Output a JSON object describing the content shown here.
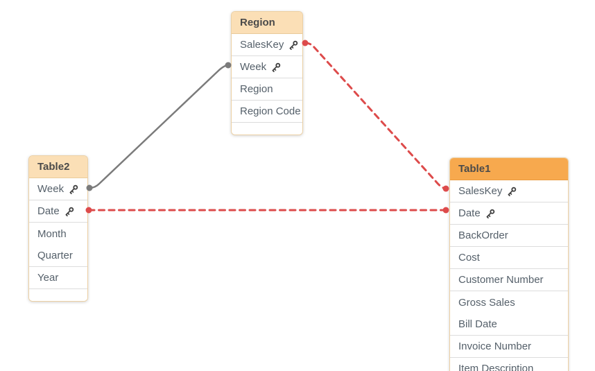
{
  "canvas": {
    "background": "#ffffff"
  },
  "colors": {
    "table_border": "#ecd0a4",
    "header_bg": "#fbdfb6",
    "header_bg_highlighted": "#f7a94e",
    "header_text": "#4a4a4a",
    "field_text": "#55606a",
    "row_separator": "#dcdcdc",
    "association_solid": "#7b7b7b",
    "association_broken": "#dd4b4b"
  },
  "icons": {
    "key": "key-icon"
  },
  "tables": [
    {
      "title": "Region",
      "highlighted": false,
      "fields": [
        {
          "label": "SalesKey",
          "key": true
        },
        {
          "label": "Week",
          "key": true
        },
        {
          "label": "Region",
          "key": false
        },
        {
          "label": "Region Code",
          "key": false
        }
      ]
    },
    {
      "title": "Table2",
      "highlighted": false,
      "fields": [
        {
          "label": "Week",
          "key": true
        },
        {
          "label": "Date",
          "key": true
        },
        {
          "label": "Month",
          "key": false
        },
        {
          "label": "Quarter",
          "key": false
        },
        {
          "label": "Year",
          "key": false
        }
      ]
    },
    {
      "title": "Table1",
      "highlighted": true,
      "fields": [
        {
          "label": "SalesKey",
          "key": true
        },
        {
          "label": "Date",
          "key": true
        },
        {
          "label": "BackOrder",
          "key": false
        },
        {
          "label": "Cost",
          "key": false
        },
        {
          "label": "Customer Number",
          "key": false
        },
        {
          "label": "Gross Sales",
          "key": false
        },
        {
          "label": "Bill Date",
          "key": false
        },
        {
          "label": "Invoice Number",
          "key": false
        },
        {
          "label": "Item Description",
          "key": false
        }
      ]
    }
  ],
  "connections": [
    {
      "from": "Table2.Week",
      "to": "Region.Week",
      "style": "solid",
      "color": "#7b7b7b"
    },
    {
      "from": "Region.SalesKey",
      "to": "Table1.SalesKey",
      "style": "dashed",
      "color": "#dd4b4b"
    },
    {
      "from": "Table2.Date",
      "to": "Table1.Date",
      "style": "dashed",
      "color": "#dd4b4b"
    }
  ]
}
